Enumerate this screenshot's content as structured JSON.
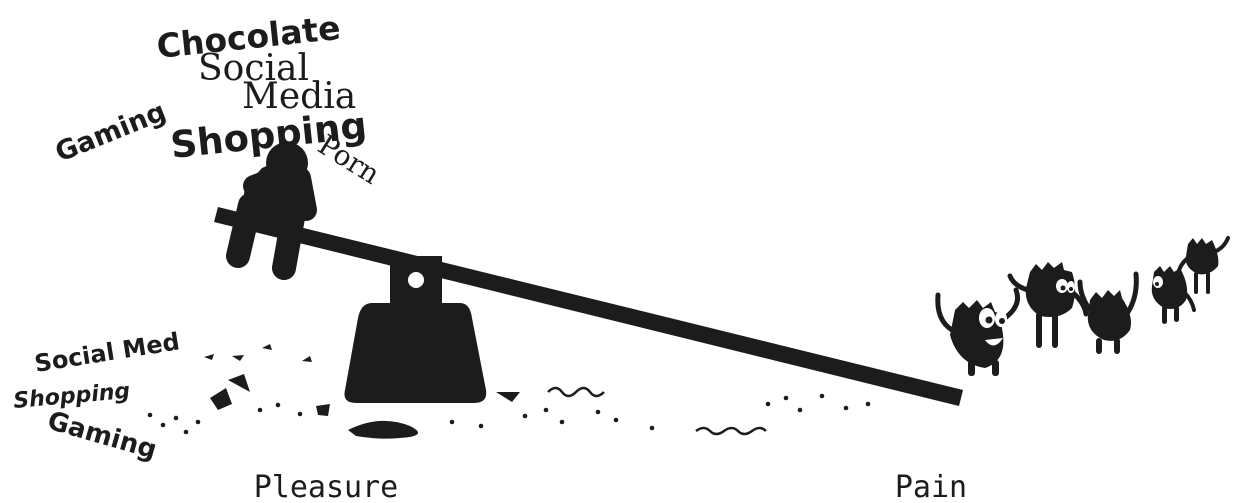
{
  "colors": {
    "ink": "#1c1c1c",
    "background": "#ffffff"
  },
  "words": {
    "chocolate": "Chocolate",
    "social": "Social",
    "media": "Media",
    "gaming": "Gaming",
    "shopping": "Shopping",
    "porn": "Porn"
  },
  "fallen": {
    "social_media": "Social Med",
    "shopping": "Shopping",
    "gaming": "Gaming"
  },
  "labels": {
    "pleasure": "Pleasure",
    "pain": "Pain"
  }
}
